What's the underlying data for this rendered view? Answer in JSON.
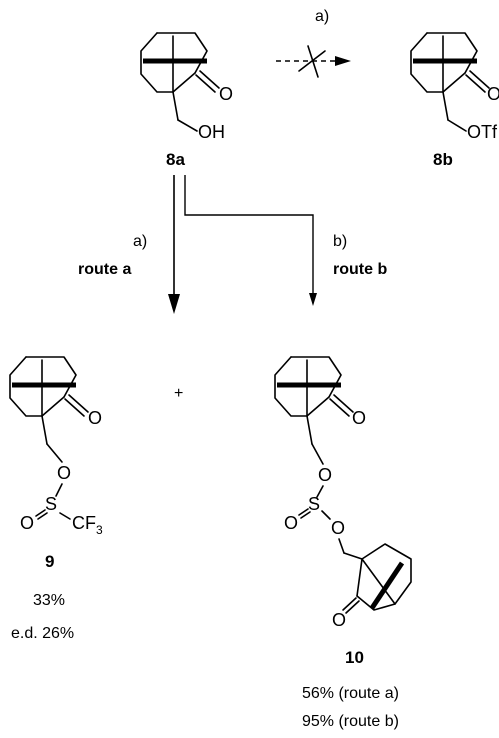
{
  "reaction_top": {
    "condition": "a)",
    "blocked_mark": "X"
  },
  "compound_8a": {
    "label": "8a",
    "ketone_O": "O",
    "OH": "OH"
  },
  "compound_8b": {
    "label": "8b",
    "ketone_O": "O",
    "OTf": "OTf"
  },
  "route_a": {
    "condition": "a)",
    "name": "route a"
  },
  "route_b": {
    "condition": "b)",
    "name": "route b"
  },
  "plus": "+",
  "compound_9": {
    "label": "9",
    "ketone_O": "O",
    "ester_O": "O",
    "S": "S",
    "sulfinyl_O": "O",
    "CF3_main": "CF",
    "CF3_sub": "3",
    "yield": "33%",
    "ed": "e.d. 26%"
  },
  "compound_10": {
    "label": "10",
    "ketone_O": "O",
    "ester_O_1": "O",
    "S": "S",
    "sulfinyl_O": "O",
    "ester_O_2": "O",
    "ketone_O_2": "O",
    "yield_a": "56% (route a)",
    "yield_b": "95% (route b)"
  }
}
